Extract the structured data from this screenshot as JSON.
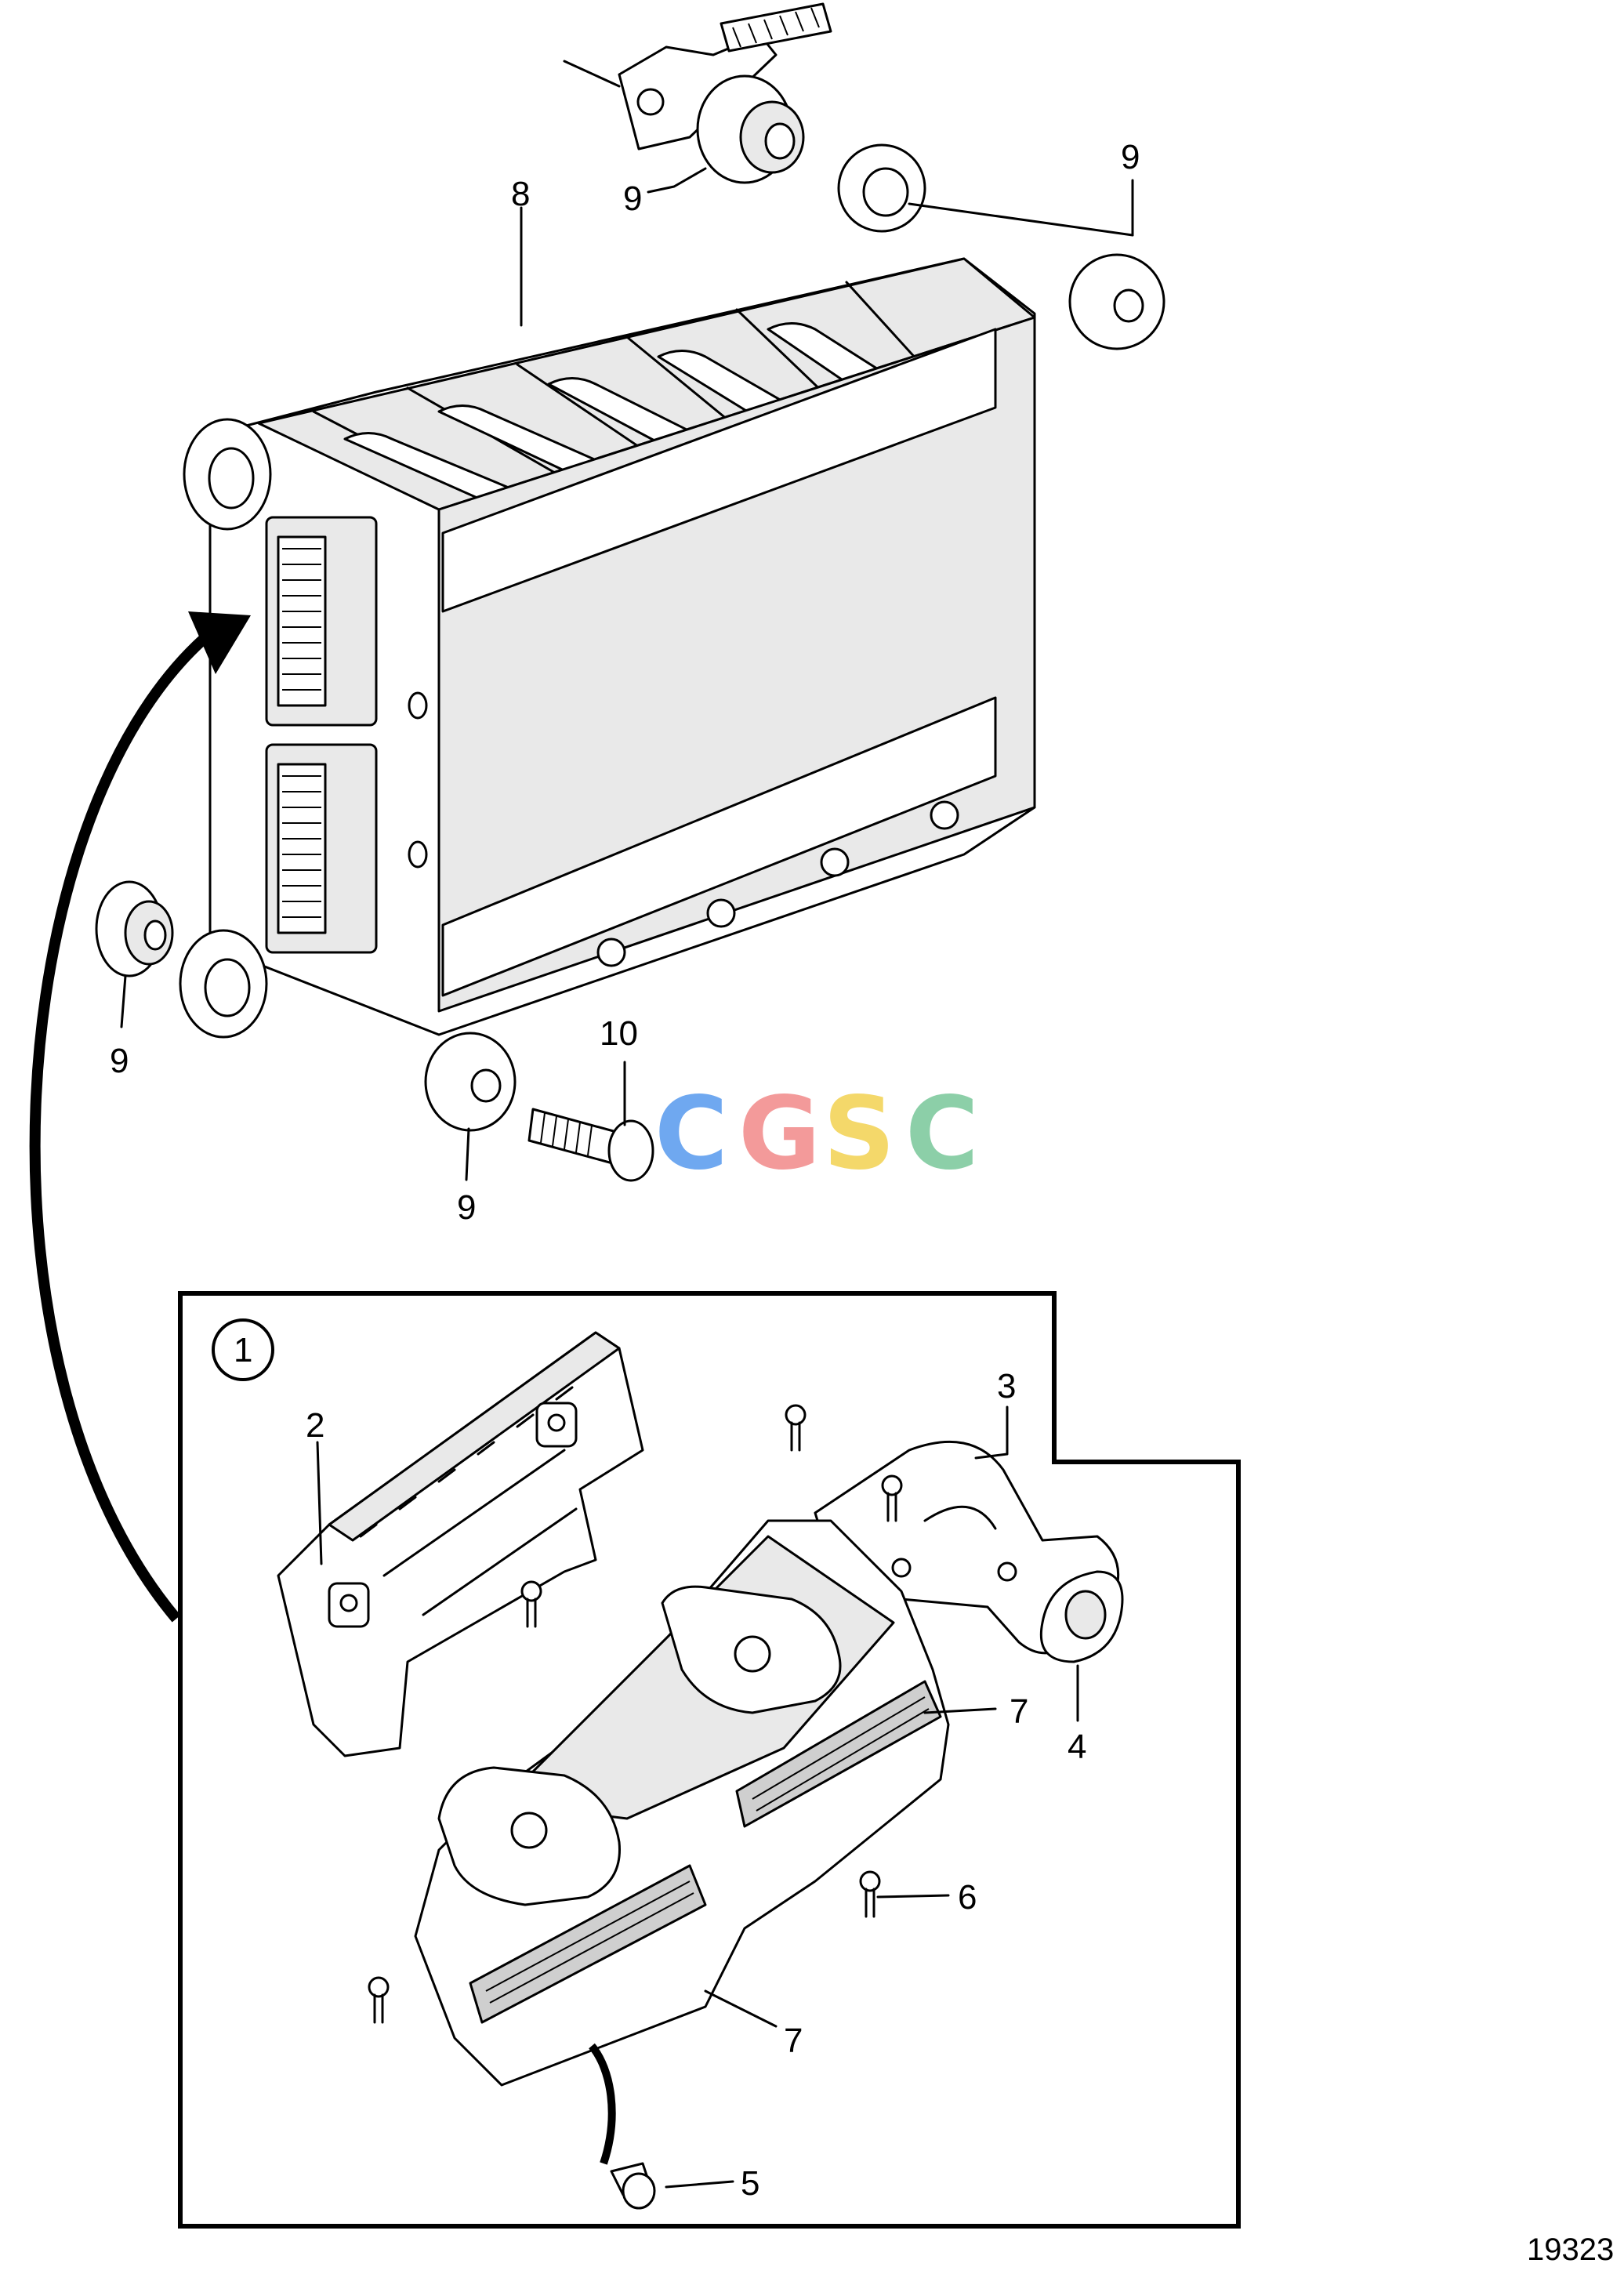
{
  "labels": {
    "c9_top": "9",
    "c9_right": "9",
    "c8": "8",
    "c9_left": "9",
    "c9_bottom": "9",
    "c10": "10",
    "c1": "1",
    "c2": "2",
    "c3": "3",
    "c4": "4",
    "c7_upper": "7",
    "c6": "6",
    "c7_lower": "7",
    "c5": "5"
  },
  "watermark": {
    "letters": [
      "C",
      "G",
      "S",
      "C"
    ],
    "colors": [
      "#6fa8f0",
      "#f39a9a",
      "#f4d86a",
      "#8ccfa8"
    ]
  },
  "figure_number": "19323",
  "colors": {
    "line": "#000000",
    "background": "#ffffff"
  }
}
